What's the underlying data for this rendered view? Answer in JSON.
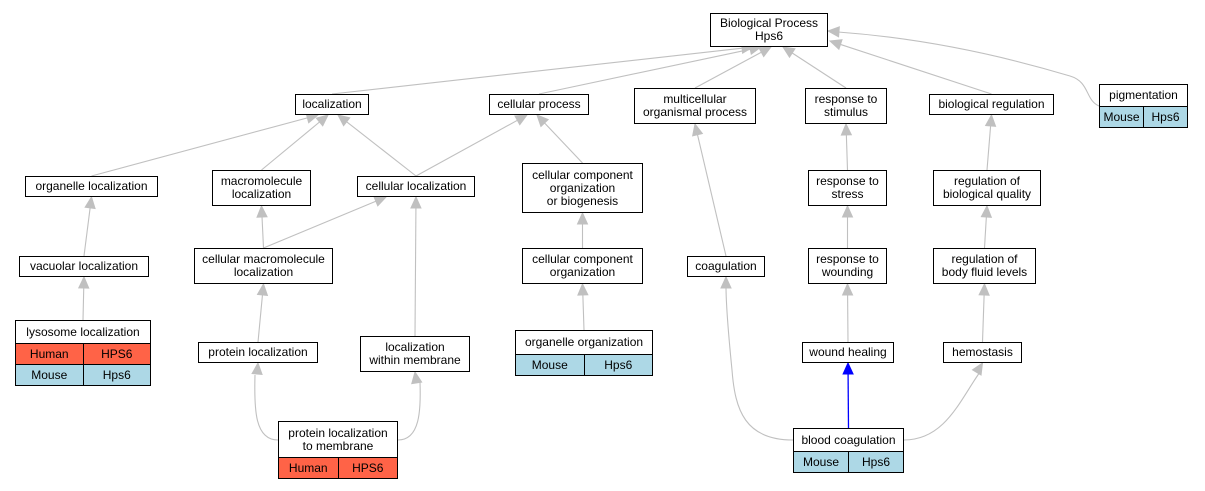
{
  "colors": {
    "edge": "#c0c0c0",
    "highlight_edge": "#0000ff",
    "human": "#ff6347",
    "mouse": "#add8e6"
  },
  "nodes": {
    "root": {
      "label": "Biological Process\nHps6"
    },
    "localization": {
      "label": "localization"
    },
    "cellular_process": {
      "label": "cellular process"
    },
    "multicellular": {
      "label": "multicellular\norganismal process"
    },
    "response_stimulus": {
      "label": "response to\nstimulus"
    },
    "biological_regulation": {
      "label": "biological regulation"
    },
    "pigmentation": {
      "label": "pigmentation",
      "annotations": [
        {
          "species": "Mouse",
          "gene": "Hps6"
        }
      ]
    },
    "organelle_localization": {
      "label": "organelle localization"
    },
    "macromolecule_localization": {
      "label": "macromolecule\nlocalization"
    },
    "cellular_localization": {
      "label": "cellular localization"
    },
    "ccob": {
      "label": "cellular component\norganization\nor biogenesis"
    },
    "response_stress": {
      "label": "response to\nstress"
    },
    "regulation_quality": {
      "label": "regulation of\nbiological quality"
    },
    "vacuolar_localization": {
      "label": "vacuolar localization"
    },
    "cellular_macromolecule_localization": {
      "label": "cellular macromolecule\nlocalization"
    },
    "cco": {
      "label": "cellular component\norganization"
    },
    "coagulation": {
      "label": "coagulation"
    },
    "response_wounding": {
      "label": "response to\nwounding"
    },
    "regulation_body_fluid": {
      "label": "regulation of\nbody fluid levels"
    },
    "lysosome_localization": {
      "label": "lysosome localization",
      "annotations": [
        {
          "species": "Human",
          "gene": "HPS6"
        },
        {
          "species": "Mouse",
          "gene": "Hps6"
        }
      ]
    },
    "protein_localization": {
      "label": "protein localization"
    },
    "localization_within_membrane": {
      "label": "localization\nwithin membrane"
    },
    "organelle_organization": {
      "label": "organelle organization",
      "annotations": [
        {
          "species": "Mouse",
          "gene": "Hps6"
        }
      ]
    },
    "wound_healing": {
      "label": "wound healing"
    },
    "hemostasis": {
      "label": "hemostasis"
    },
    "protein_localization_membrane": {
      "label": "protein localization\nto membrane",
      "annotations": [
        {
          "species": "Human",
          "gene": "HPS6"
        }
      ]
    },
    "blood_coagulation": {
      "label": "blood coagulation",
      "annotations": [
        {
          "species": "Mouse",
          "gene": "Hps6"
        }
      ]
    }
  },
  "edges": [
    {
      "from": "localization",
      "to": "root"
    },
    {
      "from": "cellular_process",
      "to": "root"
    },
    {
      "from": "multicellular",
      "to": "root"
    },
    {
      "from": "response_stimulus",
      "to": "root"
    },
    {
      "from": "biological_regulation",
      "to": "root"
    },
    {
      "from": "pigmentation",
      "to": "root"
    },
    {
      "from": "organelle_localization",
      "to": "localization"
    },
    {
      "from": "macromolecule_localization",
      "to": "localization"
    },
    {
      "from": "cellular_localization",
      "to": "localization"
    },
    {
      "from": "cellular_localization",
      "to": "cellular_process"
    },
    {
      "from": "ccob",
      "to": "cellular_process"
    },
    {
      "from": "coagulation",
      "to": "multicellular"
    },
    {
      "from": "response_stress",
      "to": "response_stimulus"
    },
    {
      "from": "regulation_quality",
      "to": "biological_regulation"
    },
    {
      "from": "vacuolar_localization",
      "to": "organelle_localization"
    },
    {
      "from": "cellular_macromolecule_localization",
      "to": "macromolecule_localization"
    },
    {
      "from": "cellular_macromolecule_localization",
      "to": "cellular_localization"
    },
    {
      "from": "localization_within_membrane",
      "to": "cellular_localization"
    },
    {
      "from": "cco",
      "to": "ccob"
    },
    {
      "from": "response_wounding",
      "to": "response_stress"
    },
    {
      "from": "regulation_body_fluid",
      "to": "regulation_quality"
    },
    {
      "from": "lysosome_localization",
      "to": "vacuolar_localization"
    },
    {
      "from": "protein_localization",
      "to": "cellular_macromolecule_localization"
    },
    {
      "from": "organelle_organization",
      "to": "cco"
    },
    {
      "from": "wound_healing",
      "to": "response_wounding"
    },
    {
      "from": "hemostasis",
      "to": "regulation_body_fluid"
    },
    {
      "from": "protein_localization_membrane",
      "to": "protein_localization"
    },
    {
      "from": "protein_localization_membrane",
      "to": "localization_within_membrane"
    },
    {
      "from": "blood_coagulation",
      "to": "coagulation"
    },
    {
      "from": "blood_coagulation",
      "to": "wound_healing",
      "highlight": true
    },
    {
      "from": "blood_coagulation",
      "to": "hemostasis"
    }
  ]
}
